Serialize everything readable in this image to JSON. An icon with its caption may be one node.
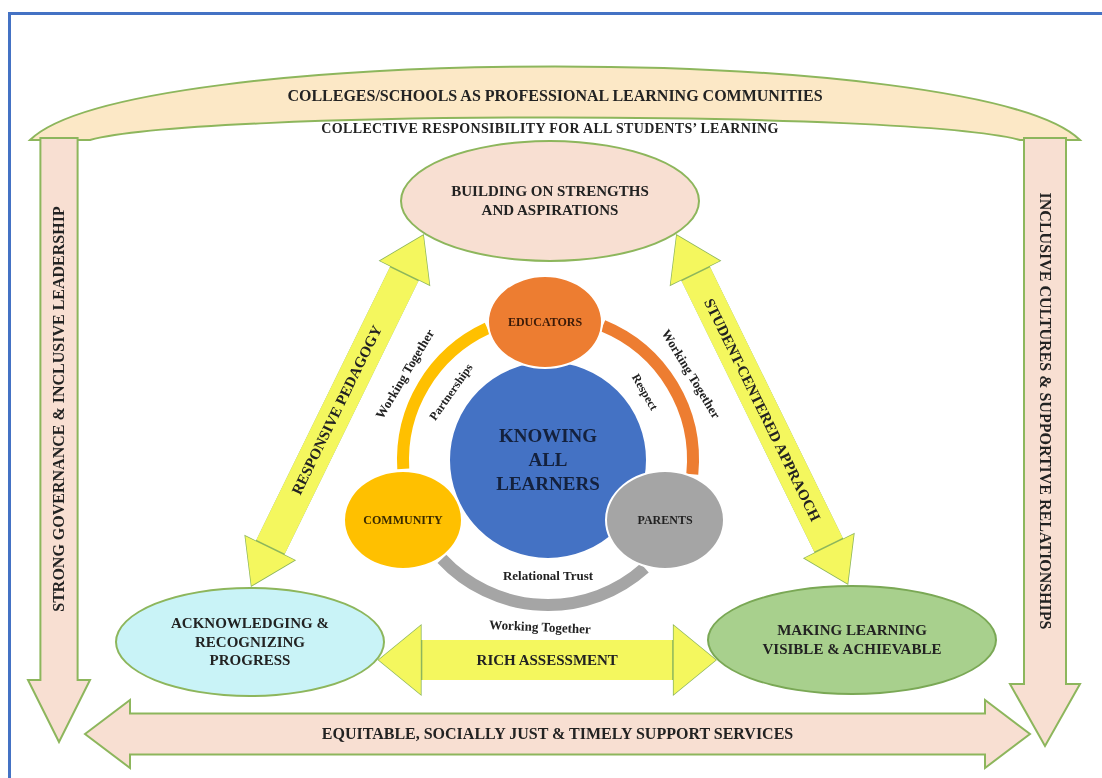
{
  "diagram": {
    "nodes": [
      {
        "text": [
          "BUILDING ON STRENGTHS AND ASPIRATIONS"
        ]
      },
      {
        "text": [
          "EDUCATORS"
        ]
      },
      {
        "text": [
          "KNOWING ALL LEARNERS"
        ]
      },
      {
        "text": [
          "COMMUNITY"
        ]
      },
      {
        "text": [
          "PARENTS"
        ]
      },
      {
        "text": [
          "ACKNOWLEDGING & RECOGNIZING PROGRESS"
        ]
      },
      {
        "text": [
          "MAKING LEARNING VISIBLE & ACHIEVABLE"
        ]
      },
      {
        "text": [
          "COLLEGES/SCHOOLS AS PROFESSIONAL LEARNING COMMUNITIES"
        ]
      },
      {
        "text": [
          "STRONG GOVERNANCE & INCLUSIVE LEADERSHIP"
        ]
      },
      {
        "text": [
          "INCLUSIVE CULTURES & SUPPORTIVE RELATIONSHIPS"
        ]
      },
      {
        "text": [
          "EQUITABLE, SOCIALLY JUST & TIMELY SUPPORT SERVICES"
        ]
      }
    ],
    "edges": [
      {
        "from": 0,
        "to": 5,
        "arrow": "both",
        "label": "RESPONSIVE PEDAGOGY",
        "style": "thick",
        "color": "#f4f75e"
      },
      {
        "from": 0,
        "to": 6,
        "arrow": "both",
        "label": "STUDENT-CENTERED APPRAOCH",
        "style": "thick",
        "color": "#f4f75e"
      },
      {
        "from": 5,
        "to": 6,
        "arrow": "both",
        "label": "RICH ASSESSMENT",
        "style": "thick",
        "color": "#f4f75e"
      },
      {
        "from": 3,
        "to": 1,
        "arrow": "none",
        "label": "Working Together",
        "color": "#ffc000"
      },
      {
        "from": 1,
        "to": 4,
        "arrow": "none",
        "label": "Working Together",
        "color": "#ed7d31"
      },
      {
        "from": 3,
        "to": 4,
        "arrow": "none",
        "label": "Working Together",
        "color": "#a5a5a5"
      }
    ],
    "labels": [
      "COLLECTIVE RESPONSIBILITY FOR ALL STUDENTS’ LEARNING",
      "Partnerships",
      "Respect",
      "Relational Trust"
    ]
  }
}
